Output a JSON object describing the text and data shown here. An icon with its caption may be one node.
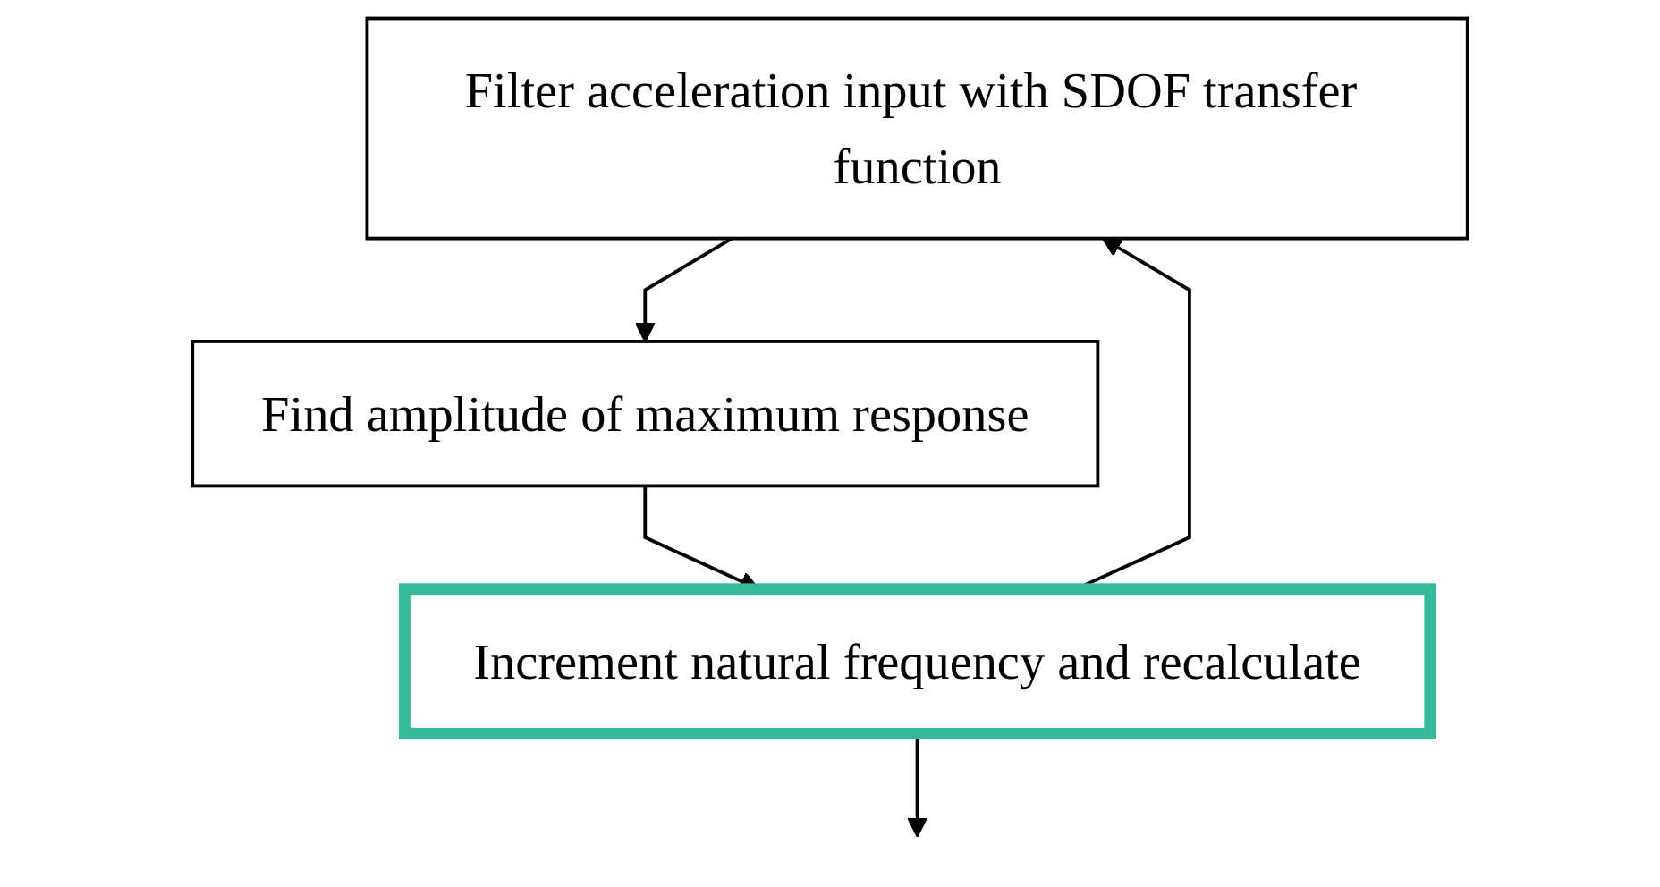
{
  "diagram": {
    "nodes": [
      {
        "text": [
          "Filter acceleration input with SDOF transfer function"
        ]
      },
      {
        "text": [
          "Find amplitude of maximum response"
        ]
      },
      {
        "text": [
          "Increment natural frequency and recalculate"
        ]
      }
    ],
    "edges": [
      {
        "from": 0,
        "to": 1,
        "arrow": "to"
      },
      {
        "from": 1,
        "to": 2,
        "arrow": "to"
      },
      {
        "from": 2,
        "to": 0,
        "arrow": "to"
      },
      {
        "from": 2,
        "to": null,
        "arrow": "to"
      }
    ]
  }
}
